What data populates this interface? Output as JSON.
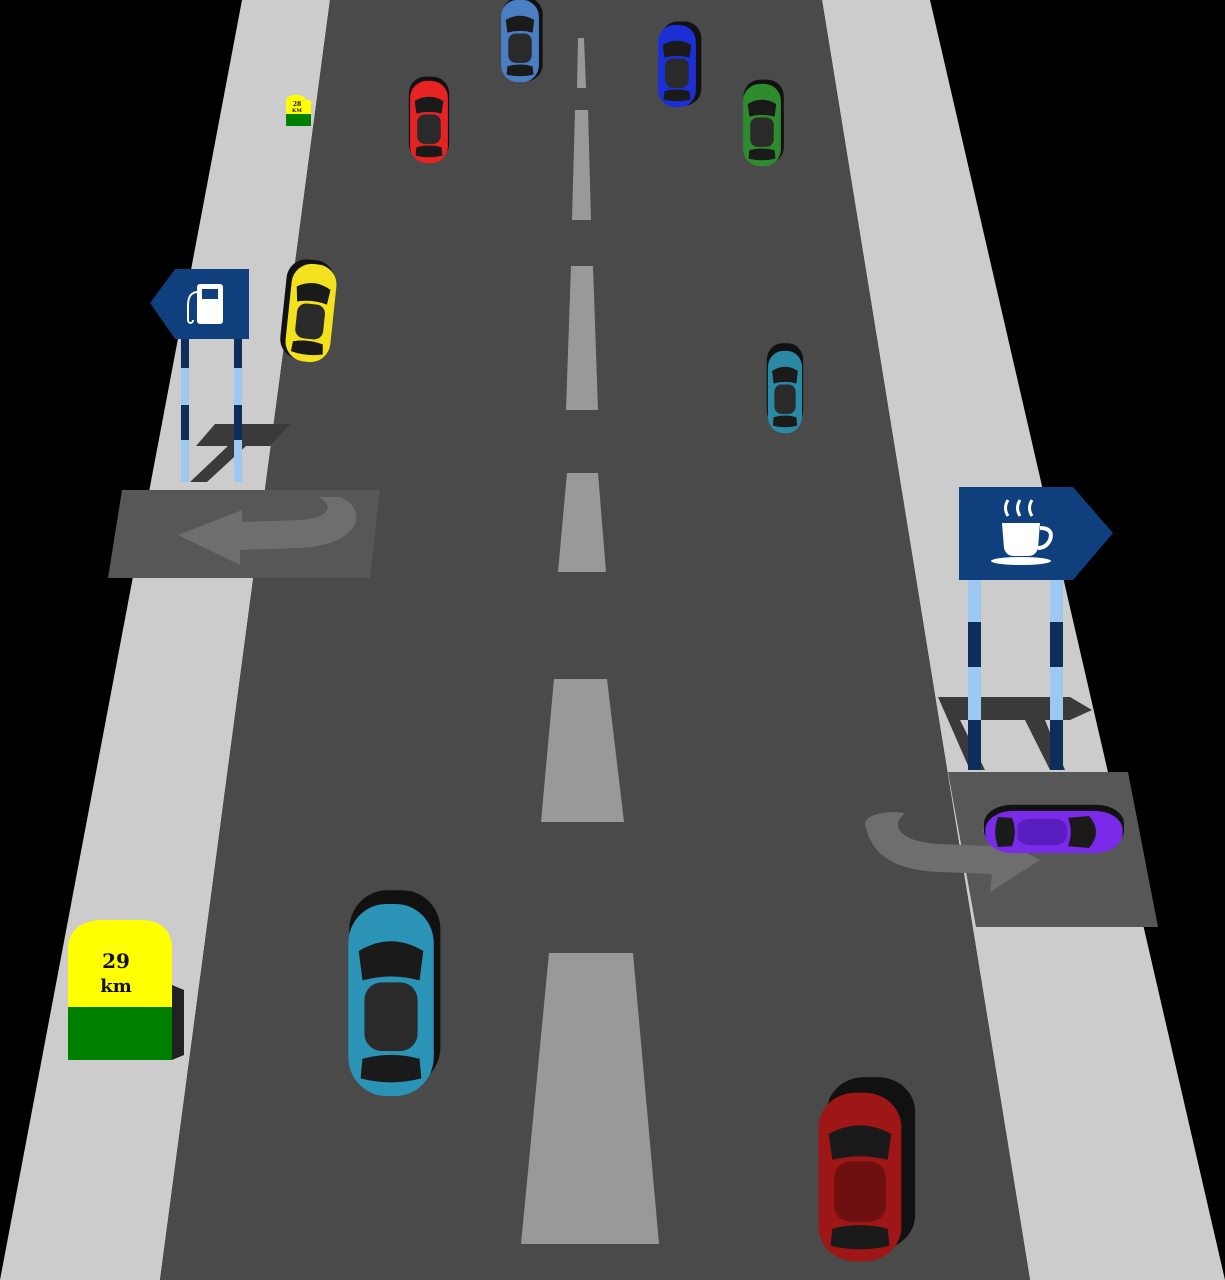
{
  "scene": {
    "colors": {
      "background": "#000000",
      "shoulder": "#cccccc",
      "asphalt": "#4a4a4a",
      "lane_marking": "#999999",
      "turn_arrow": "#6e6e6e",
      "sign_blue": "#0f3f7c",
      "post_light": "#9cc8f2",
      "post_dark": "#0d2d5b",
      "milestone_yellow": "#ffff00",
      "milestone_green": "#008000"
    },
    "signs": [
      {
        "name": "fuel-station-sign",
        "icon": "fuel-pump-icon",
        "direction": "left"
      },
      {
        "name": "cafe-sign",
        "icon": "coffee-cup-icon",
        "direction": "right"
      }
    ],
    "milestones": {
      "far": {
        "number": "28",
        "unit": "KM"
      },
      "near": {
        "number": "29",
        "unit": "km"
      }
    },
    "cars": [
      {
        "name": "car-steel-blue",
        "color": "#4a7fc4"
      },
      {
        "name": "car-red",
        "color": "#e62222"
      },
      {
        "name": "car-blue",
        "color": "#1b2fd6"
      },
      {
        "name": "car-green",
        "color": "#2e8b2e"
      },
      {
        "name": "car-yellow",
        "color": "#f2e11c"
      },
      {
        "name": "car-teal-small",
        "color": "#2a8aa6"
      },
      {
        "name": "car-purple",
        "color": "#7a2be8"
      },
      {
        "name": "car-teal-large",
        "color": "#2b93b5"
      },
      {
        "name": "car-dark-red",
        "color": "#9e1616"
      }
    ]
  }
}
